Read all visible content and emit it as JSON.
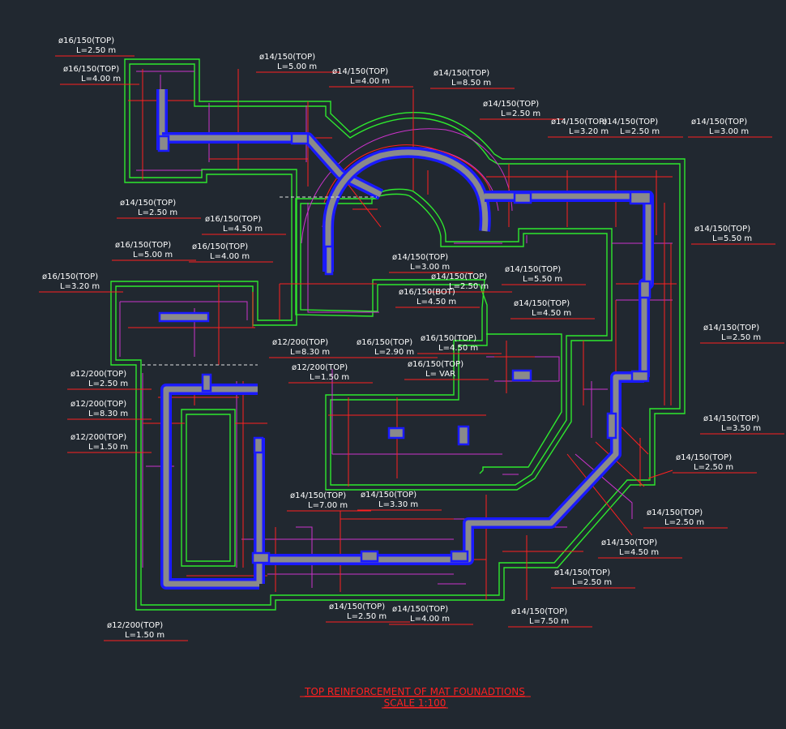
{
  "drawing": {
    "title": "TOP REINFORCEMENT OF MAT FOUNADTIONS",
    "scale": "SCALE 1:100",
    "colors": {
      "background": "#212830",
      "outline": "#2ee82e",
      "bars": "#ff2020",
      "secondary": "#cc33cc",
      "walls": "#1a1aff"
    }
  },
  "labels": [
    {
      "bar": "ø16/150(TOP)",
      "len": "L=2.50  m"
    },
    {
      "bar": "ø16/150(TOP)",
      "len": "L=4.00  m"
    },
    {
      "bar": "ø14/150(TOP)",
      "len": "L=5.00  m"
    },
    {
      "bar": "ø14/150(TOP)",
      "len": "L=4.00  m"
    },
    {
      "bar": "ø14/150(TOP)",
      "len": "L=8.50  m"
    },
    {
      "bar": "ø14/150(TOP)",
      "len": "L=2.50  m"
    },
    {
      "bar": "ø14/150(TOP)",
      "len": "L=3.20  m"
    },
    {
      "bar": "ø14/150(TOP)",
      "len": "L=2.50  m"
    },
    {
      "bar": "ø14/150(TOP)",
      "len": "L=3.00  m"
    },
    {
      "bar": "ø14/150(TOP)",
      "len": "L=2.50  m"
    },
    {
      "bar": "ø16/150(TOP)",
      "len": "L=4.50  m"
    },
    {
      "bar": "ø16/150(TOP)",
      "len": "L=5.00  m"
    },
    {
      "bar": "ø16/150(TOP)",
      "len": "L=4.00  m"
    },
    {
      "bar": "ø16/150(TOP)",
      "len": "L=3.20  m"
    },
    {
      "bar": "ø14/150(TOP)",
      "len": "L=3.00  m"
    },
    {
      "bar": "ø14/150(TOP)",
      "len": "L=2.50  m"
    },
    {
      "bar": "ø14/150(TOP)",
      "len": "L=5.50  m"
    },
    {
      "bar": "ø14/150(TOP)",
      "len": "L=5.50  m"
    },
    {
      "bar": "ø16/150(BOT)",
      "len": "L=4.50  m"
    },
    {
      "bar": "ø14/150(TOP)",
      "len": "L=4.50  m"
    },
    {
      "bar": "ø14/150(TOP)",
      "len": "L=2.50  m"
    },
    {
      "bar": "ø12/200(TOP)",
      "len": "L=8.30  m"
    },
    {
      "bar": "ø16/150(TOP)",
      "len": "L=2.90  m"
    },
    {
      "bar": "ø16/150(TOP)",
      "len": "L=4.50  m"
    },
    {
      "bar": "ø12/200(TOP)",
      "len": "L=1.50  m"
    },
    {
      "bar": "ø16/150(TOP)",
      "len": "L=  VAR"
    },
    {
      "bar": "ø12/200(TOP)",
      "len": "L=2.50  m"
    },
    {
      "bar": "ø12/200(TOP)",
      "len": "L=8.30  m"
    },
    {
      "bar": "ø14/150(TOP)",
      "len": "L=3.50  m"
    },
    {
      "bar": "ø12/200(TOP)",
      "len": "L=1.50  m"
    },
    {
      "bar": "ø14/150(TOP)",
      "len": "L=2.50  m"
    },
    {
      "bar": "ø14/150(TOP)",
      "len": "L=7.00  m"
    },
    {
      "bar": "ø14/150(TOP)",
      "len": "L=3.30  m"
    },
    {
      "bar": "ø14/150(TOP)",
      "len": "L=2.50  m"
    },
    {
      "bar": "ø14/150(TOP)",
      "len": "L=4.50  m"
    },
    {
      "bar": "ø14/150(TOP)",
      "len": "L=2.50  m"
    },
    {
      "bar": "ø14/150(TOP)",
      "len": "L=2.50  m"
    },
    {
      "bar": "ø14/150(TOP)",
      "len": "L=4.00  m"
    },
    {
      "bar": "ø14/150(TOP)",
      "len": "L=7.50  m"
    },
    {
      "bar": "ø12/200(TOP)",
      "len": "L=1.50  m"
    }
  ]
}
